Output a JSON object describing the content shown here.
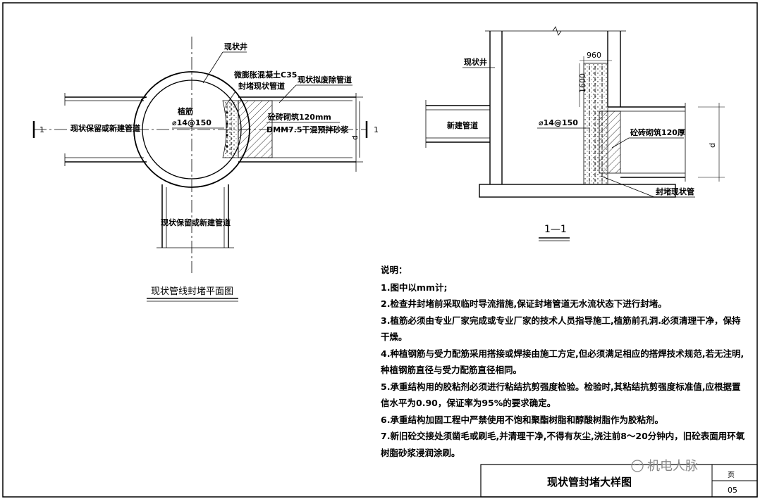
{
  "plan": {
    "title": "现状管线封堵平面图",
    "label_well": "现状井",
    "label_expand_1": "微膨胀混凝土C35",
    "label_expand_2": "封堵现状管道",
    "label_abandon": "现状拟废除管道",
    "label_rebar_1": "植筋",
    "label_rebar_2": "⌀14@150",
    "label_brick": "砼砖砌筑120mm",
    "label_mortar": "DMM7.5干混预拌砂浆",
    "label_left_pipe": "现状保留或新建管道",
    "label_bottom_pipe": "现状保留或新建管道",
    "section_mark_left": "1",
    "section_mark_right": "1",
    "dim_d": "d"
  },
  "section": {
    "title": "1—1",
    "label_well": "现状井",
    "label_new_pipe": "新建管道",
    "dim_960": "960",
    "dim_1600": "1600",
    "label_rebar": "⌀14@150",
    "label_brick": "砼砖砌筑120厚",
    "label_seal": "封堵现状管",
    "dim_d": "d"
  },
  "notes": {
    "heading": "说明：",
    "items": [
      "1.图中以mm计;",
      "2.检查井封堵前采取临时导流措施,保证封堵管道无水流状态下进行封堵。",
      "3.植筋必须由专业厂家完成或专业厂家的技术人员指导施工,植筋前孔洞.必须清理干净，保持干燥。",
      "4.种植钢筋与受力配筋采用搭接或焊接由施工方定,但必须满足相应的搭焊技术规范,若无注明,种植钢筋直径与受力配筋直径相同。",
      "5.承重结构用的胶粘剂必须进行粘结抗剪强度检验。检验时,其粘结抗剪强度标准值,应根据置信水平为0.90，保证率为95%的要求确定。",
      "6.承重结构加固工程中严禁使用不饱和聚酯树脂和醇酸树脂作为胶粘剂。",
      "7.新旧砼交接处须凿毛或刷毛,并清理干净,不得有灰尘,浇注前8～20分钟内，旧砼表面用环氧树脂砂浆浸润涂刷。"
    ]
  },
  "title_block": {
    "drawing_title": "现状管封堵大样图",
    "watermark": "机电人脉",
    "page_label": "页",
    "page_no": "05"
  }
}
